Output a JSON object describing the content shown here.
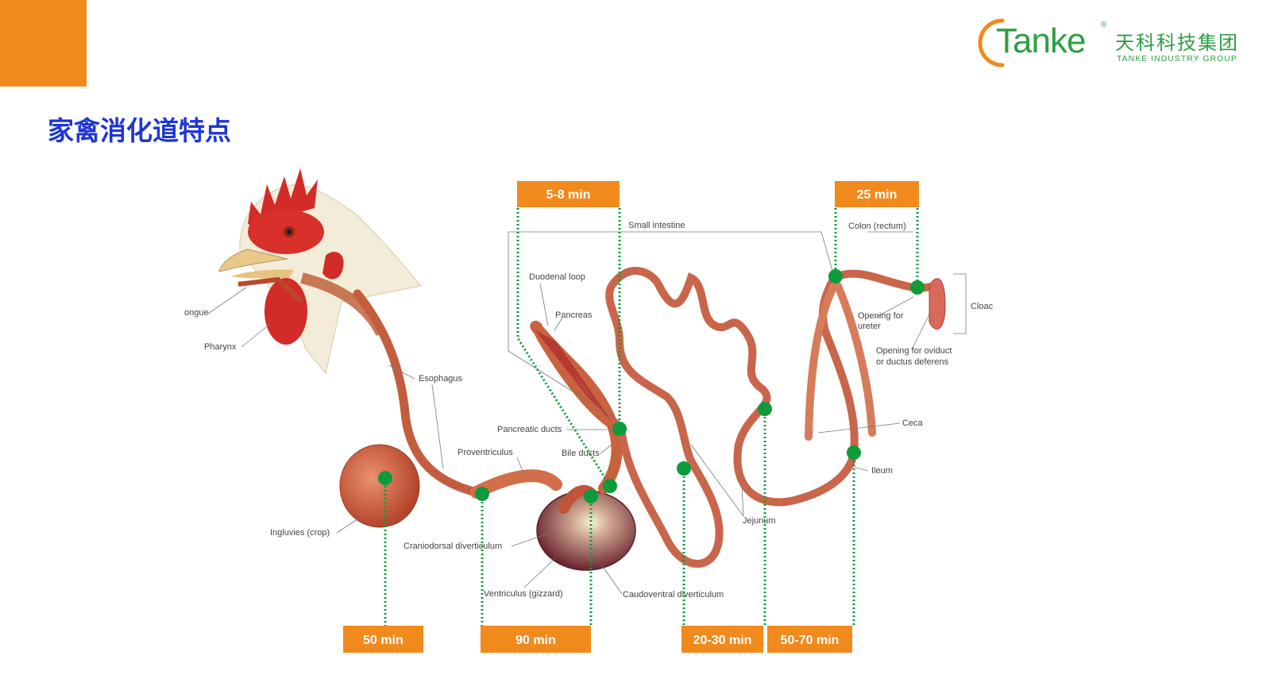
{
  "slide": {
    "title": "家禽消化道特点",
    "accent_color": "#f18a1d",
    "title_color": "#1e36d6",
    "marker_color": "#0d9b3c"
  },
  "logo": {
    "wordmark": "Tanke",
    "registered_mark": "®",
    "chinese_name": "天科科技集团",
    "english_name": "TANKE INDUSTRY GROUP",
    "color": "#2e9f43"
  },
  "anatomy_labels": {
    "tongue": "ongue",
    "pharynx": "Pharynx",
    "esophagus": "Esophagus",
    "ingluvies": "Ingluvies (crop)",
    "proventriculus": "Proventriculus",
    "craniodorsal": "Craniodorsal diverticulum",
    "ventriculus": "Ventriculus (gizzard)",
    "caudoventral": "Caudoventral diverticulum",
    "pancreatic_ducts": "Pancreatic ducts",
    "bile_ducts": "Bile ducts",
    "duodenal_loop": "Duodenal loop",
    "pancreas": "Pancreas",
    "small_intestine": "Small intestine",
    "jejunum": "Jejunum",
    "colon": "Colon (rectum)",
    "opening_ureter_1": "Opening for",
    "opening_ureter_2": "ureter",
    "opening_oviduct_1": "Opening for oviduct",
    "opening_oviduct_2": "or ductus deferens",
    "cloaca": "Cloac",
    "ceca": "Ceca",
    "ileum": "Ileum"
  },
  "transit_times": {
    "crop": "50 min",
    "proventriculus_gizzard": "90 min",
    "duodenum": "5-8 min",
    "jejunum": "20-30 min",
    "ileum": "50-70 min",
    "colon": "25 min"
  }
}
